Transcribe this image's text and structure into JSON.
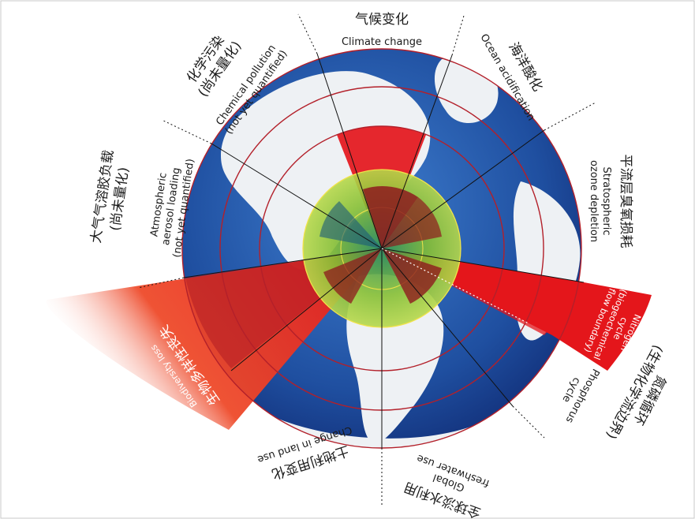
{
  "colors": {
    "ocean": "#1f4fa0",
    "land": "#f2f4f6",
    "ring": "#b3202a",
    "red": "#e4161b",
    "safe_green": "#7cbd2c",
    "border": "#bfbfbf"
  },
  "segments": [
    {
      "key": "climate",
      "en": [
        "Climate change"
      ],
      "cn": "气候变化"
    },
    {
      "key": "ocean",
      "en": [
        "Ocean acidification"
      ],
      "cn": "海洋酸化"
    },
    {
      "key": "ozone",
      "en": [
        "Stratospheric",
        "ozone depletion"
      ],
      "cn": "平流层臭氧损耗"
    },
    {
      "key": "nitrogen",
      "en": [
        "Nitrogen",
        "cycle",
        "(biogeochemical",
        "flow boundary)"
      ],
      "cn": ""
    },
    {
      "key": "phosphorus",
      "en": [
        "Phosphorus",
        "cycle"
      ],
      "cn": "氮磷循环",
      "cn2": "(生物化学流边界)"
    },
    {
      "key": "water",
      "en": [
        "Global",
        "freshwater use"
      ],
      "cn": "全球淡水利用"
    },
    {
      "key": "land",
      "en": [
        "Change in land use"
      ],
      "cn": "土地利用变化"
    },
    {
      "key": "bio",
      "en": [
        "Biodiversity loss"
      ],
      "cn": "生物多样性丧失"
    },
    {
      "key": "aerosol",
      "en": [
        "Atmospheric",
        "aerosol loading",
        "(not yet quantified)"
      ],
      "cn": "大气气溶胶负载",
      "cn2": "(尚未量化)"
    },
    {
      "key": "chemical",
      "en": [
        "Chemical pollution",
        "(not yet quantified)"
      ],
      "cn": "化学污染",
      "cn2": "(尚未量化)"
    }
  ]
}
